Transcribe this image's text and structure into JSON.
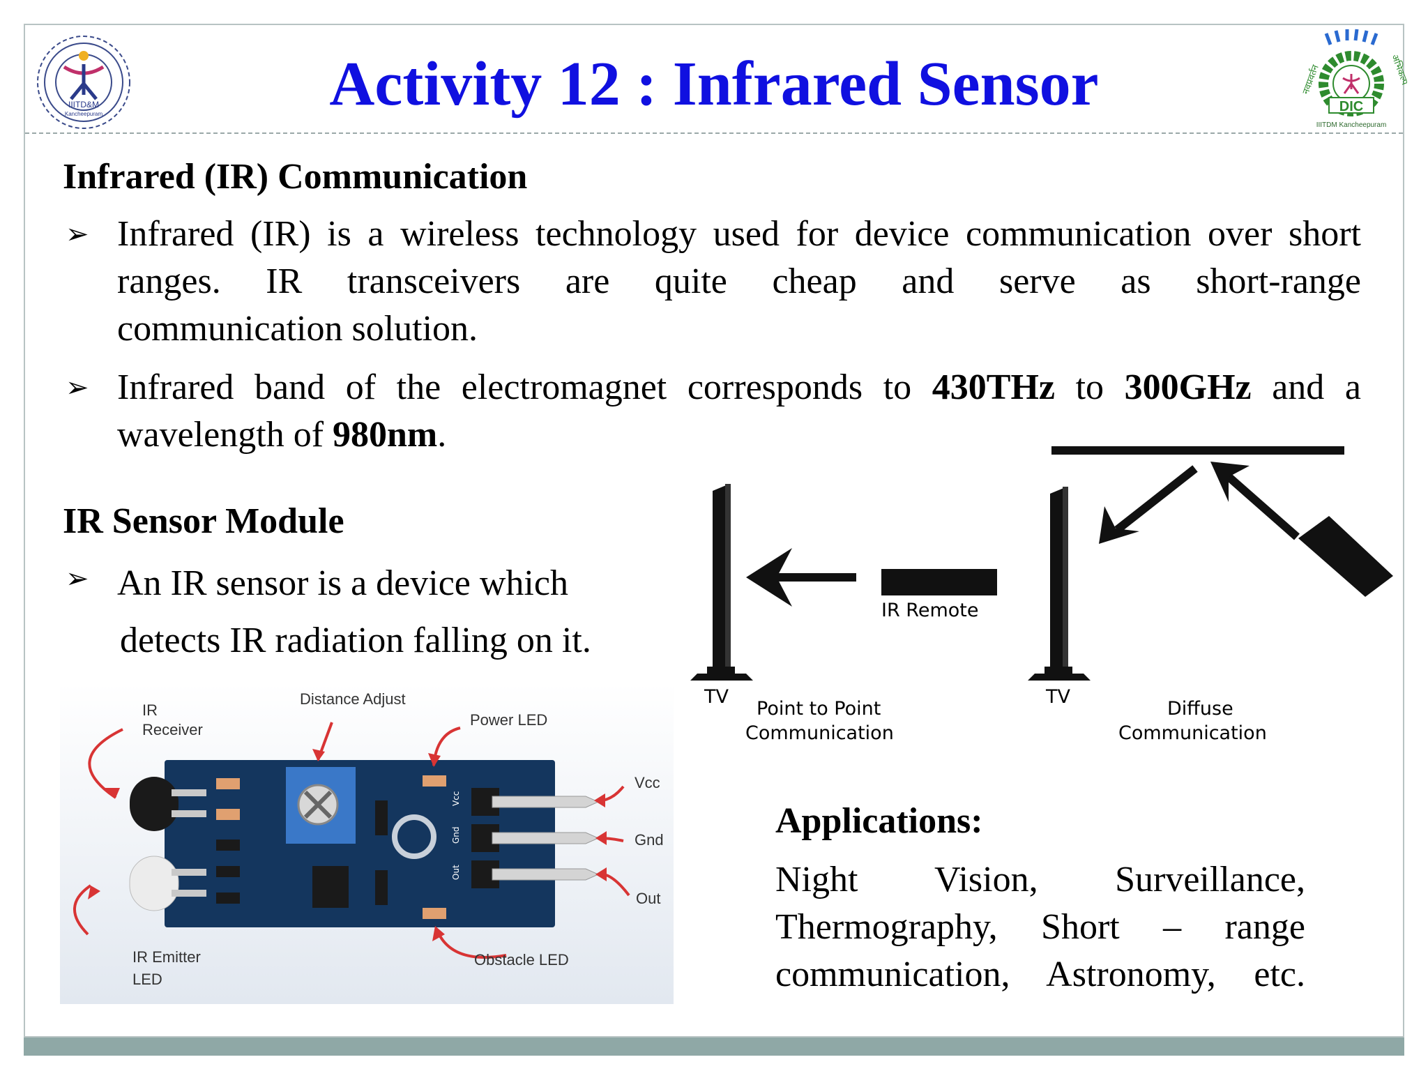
{
  "slide": {
    "title": "Activity 12 : Infrared Sensor"
  },
  "logos": {
    "left": {
      "icon": "iiitdm-logo-icon",
      "text1": "IIITD&M",
      "text2": "Kancheepuram"
    },
    "right": {
      "icon": "dic-logo-icon",
      "name": "DIC",
      "caption": "IIITDM Kancheepuram",
      "arc_left": "नवप्रवर्तन",
      "arc_right": "अभिकल्प"
    }
  },
  "section1": {
    "heading": "Infrared (IR) Communication",
    "bullet1": {
      "line_a": "Infrared (IR) is a wireless technology used for device communication over short ranges. IR transceivers are quite cheap and serve as short-range",
      "line_b": "communication solution."
    },
    "bullet2": {
      "pre": "Infrared band of the electromagnet corresponds to ",
      "freq1": "430THz",
      "mid": " to ",
      "freq2": "300GHz",
      "post": " and a",
      "line2_pre": "wavelength of ",
      "wavelength": "980nm",
      "line2_post": "."
    }
  },
  "section2": {
    "heading": "IR Sensor Module",
    "bullet_line1": "An IR sensor is a device which",
    "bullet_line2": "detects IR radiation falling on it."
  },
  "diagram": {
    "tv_label_1": "TV",
    "tv_label_2": "TV",
    "remote_label": "IR Remote",
    "caption1_line1": "Point to Point",
    "caption1_line2": "Communication",
    "caption2_line1": "Diffuse",
    "caption2_line2": "Communication"
  },
  "module_labels": {
    "ir_receiver_1": "IR",
    "ir_receiver_2": "Receiver",
    "distance_adjust": "Distance Adjust",
    "power_led": "Power LED",
    "vcc": "Vcc",
    "gnd": "Gnd",
    "out": "Out",
    "ir_emitter_1": "IR Emitter",
    "ir_emitter_2": "LED",
    "obstacle_led": "Obstacle LED",
    "pin_vcc": "Vcc",
    "pin_gnd": "Gnd",
    "pin_out": "Out"
  },
  "applications": {
    "heading": "Applications:",
    "text_a": "Night Vision, Surveillance, Thermography, Short – range",
    "text_b": "communication, Astronomy, etc."
  },
  "colors": {
    "title": "#1010e0",
    "frame": "#b8c3c3",
    "bottom_bar": "#8fa8a6",
    "pcb": "#14365e",
    "arrow_red": "#d83434",
    "dic_green": "#2e8b2e"
  }
}
